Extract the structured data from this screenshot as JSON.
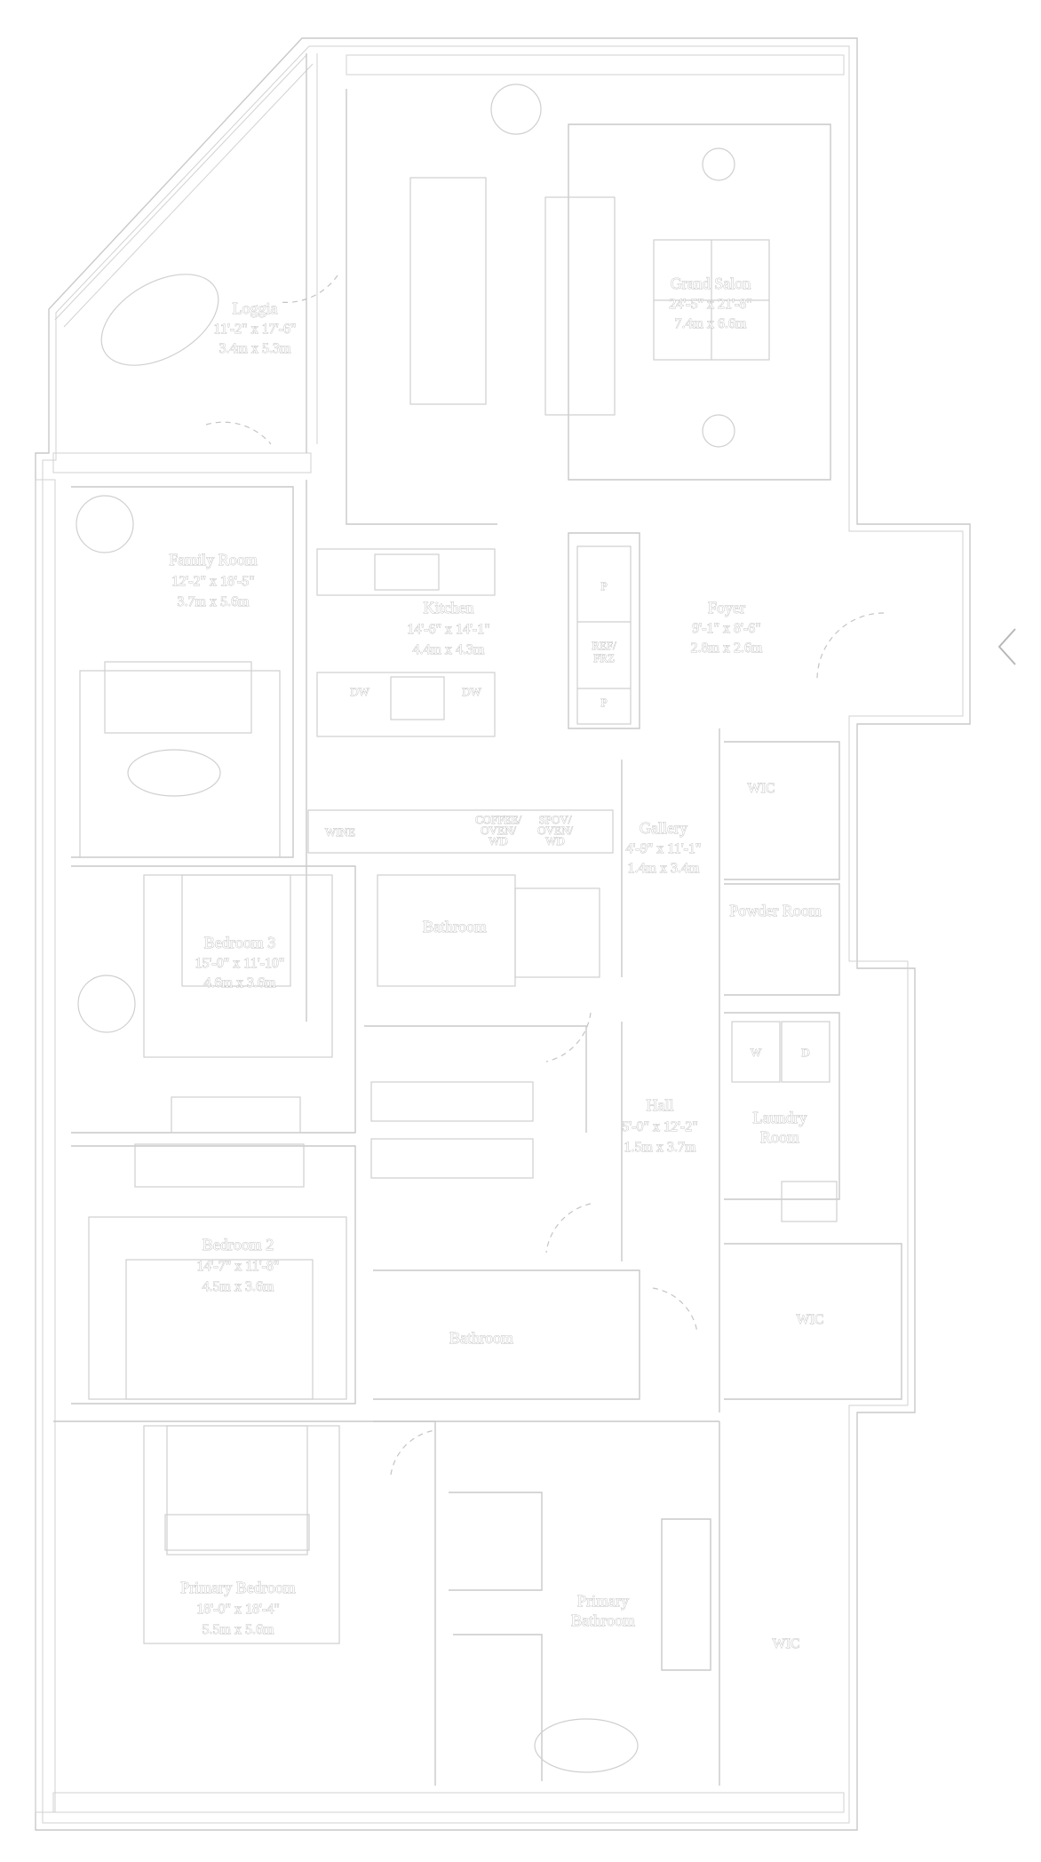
{
  "rooms": [
    {
      "id": "loggia",
      "lines": [
        "Loggia",
        "11'-2\" x 17'-6\"",
        "3.4m x 5.3m"
      ]
    },
    {
      "id": "grand-salon",
      "lines": [
        "Grand Salon",
        "24'-5\" x 21'-8\"",
        "7.4m x 6.6m"
      ]
    },
    {
      "id": "family-room",
      "lines": [
        "Family Room",
        "12'-2\" x 18'-5\"",
        "3.7m x 5.6m"
      ]
    },
    {
      "id": "kitchen",
      "lines": [
        "Kitchen",
        "14'-6\" x 14'-1\"",
        "4.4m x 4.3m"
      ]
    },
    {
      "id": "foyer",
      "lines": [
        "Foyer",
        "9'-1\" x 8'-6\"",
        "2.8m x 2.6m"
      ]
    },
    {
      "id": "gallery",
      "lines": [
        "Gallery",
        "4'-9\" x 11'-1\"",
        "1.4m x 3.4m"
      ]
    },
    {
      "id": "bedroom-3",
      "lines": [
        "Bedroom 3",
        "15'-0\" x 11'-10\"",
        "4.6m x 3.6m"
      ]
    },
    {
      "id": "hall",
      "lines": [
        "Hall",
        "5'-0\" x 12'-2\"",
        "1.5m x 3.7m"
      ]
    },
    {
      "id": "bedroom-2",
      "lines": [
        "Bedroom 2",
        "14'-7\" x 11'-8\"",
        "4.5m x 3.6m"
      ]
    },
    {
      "id": "primary-bedroom",
      "lines": [
        "Primary Bedroom",
        "18'-0\" x 18'-4\"",
        "5.5m x 5.6m"
      ]
    },
    {
      "id": "bathroom-upper",
      "lines": [
        "Bathroom"
      ]
    },
    {
      "id": "bathroom-lower",
      "lines": [
        "Bathroom"
      ]
    },
    {
      "id": "primary-bathroom",
      "lines": [
        "Primary",
        "Bathroom"
      ]
    },
    {
      "id": "powder-room",
      "lines": [
        "Powder Room"
      ]
    },
    {
      "id": "laundry-room",
      "lines": [
        "Laundry",
        "Room"
      ]
    },
    {
      "id": "wic-upper",
      "lines": [
        "WIC"
      ]
    },
    {
      "id": "wic-middle",
      "lines": [
        "WIC"
      ]
    },
    {
      "id": "wic-lower",
      "lines": [
        "WIC"
      ]
    }
  ],
  "fixtures": [
    {
      "id": "pantry-top",
      "text": "P"
    },
    {
      "id": "ref-frz",
      "lines": [
        "REF/",
        "FRZ"
      ]
    },
    {
      "id": "pantry-bottom",
      "text": "P"
    },
    {
      "id": "dw-left",
      "text": "DW"
    },
    {
      "id": "dw-right",
      "text": "DW"
    },
    {
      "id": "wine",
      "text": "WINE"
    },
    {
      "id": "coffee-oven-wd",
      "lines": [
        "COFFEE/",
        "OVEN/",
        "WD"
      ]
    },
    {
      "id": "spov-oven-wd",
      "lines": [
        "SPOV/",
        "OVEN/",
        "WD"
      ]
    },
    {
      "id": "washer",
      "text": "W"
    },
    {
      "id": "dryer",
      "text": "D"
    }
  ],
  "colors": {
    "wall": "#c9c9c9",
    "label_outline": "#b5b5b5",
    "background": "#ffffff"
  },
  "icons": [
    "entry-arrow-icon"
  ]
}
